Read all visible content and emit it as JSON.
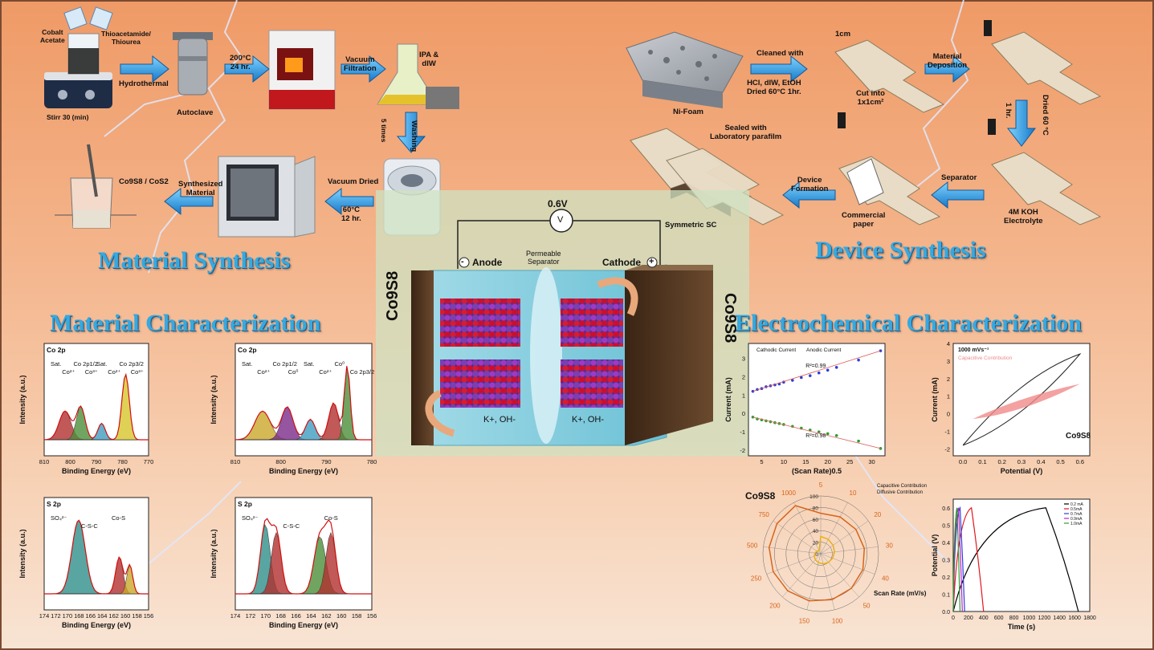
{
  "sections": {
    "material_synthesis": "Material Synthesis",
    "device_synthesis": "Device Synthesis",
    "material_characterization": "Material Characterization",
    "electrochemical_characterization": "Electrochemical Characterization"
  },
  "material_synthesis_flow": {
    "cobalt_acetate": "Cobalt\nAcetate",
    "thioacetamide": "Thioacetamide/\nThiourea",
    "stirr": "Stirr 30 (min)",
    "hydrothermal": "Hydrothermal",
    "autoclave": "Autoclave",
    "temp_time": "200°C\n24 hr.",
    "vacuum_filtration": "Vacuum\nFiltration",
    "ipa_diw": "IPA &\ndIW",
    "washing": "Washing",
    "five_times": "5 times",
    "vacuum_dried": "Vacuum Dried",
    "dry_cond": "60°C\n12 hr.",
    "synthesized_material": "Synthesized\nMaterial",
    "product": "Co9S8 / CoS2"
  },
  "device_synthesis_flow": {
    "ni_foam": "Ni-Foam",
    "cleaned_with": "Cleaned with",
    "cleaning": "HCl, dIW, EtOH\nDried 60°C 1hr.",
    "size": "1cm",
    "cut_into": "Cut into\n1x1cm²",
    "material_deposition": "Material\nDeposition",
    "dried": "Dried 60 °C",
    "one_hr": "1 hr.",
    "separator": "Separator",
    "electrolyte": "4M KOH\nElectrolyte",
    "commercial_paper": "Commercial\npaper",
    "device_formation": "Device\nFormation",
    "sealed": "Sealed with\nLaboratory parafilm",
    "symmetric_sc": "Symmetric SC"
  },
  "device_schematic": {
    "voltage": "0.6V",
    "meter": "V",
    "anode": "Anode",
    "cathode": "Cathode",
    "minus": "-",
    "plus": "+",
    "separator": "Permeable\nSeparator",
    "left_electrolyte": "K+, OH-",
    "right_electrolyte": "K+, OH-",
    "electrode_label": "Co9S8"
  },
  "xps_panels": [
    {
      "title": "Co 2p",
      "xlabel": "Binding Energy (eV)",
      "ylabel": "Intensity (a.u.)",
      "ticks": [
        "810",
        "800",
        "790",
        "780",
        "770"
      ],
      "annotations": [
        "Sat.",
        "Co²⁺",
        "Co 2p1/2",
        "Co³⁺",
        "Sat.",
        "Co²⁺",
        "Co 2p3/2",
        "Co³⁺"
      ]
    },
    {
      "title": "Co 2p",
      "xlabel": "Binding Energy (eV)",
      "ylabel": "Intensity (a.u.)",
      "ticks": [
        "810",
        "800",
        "790",
        "780"
      ],
      "annotations": [
        "Sat.",
        "Co²⁺",
        "Co 2p1/2",
        "Co⁰",
        "Sat.",
        "Co²⁺",
        "Co⁰",
        "Co 2p3/2"
      ]
    },
    {
      "title": "S 2p",
      "xlabel": "Binding Energy (eV)",
      "ylabel": "Intensity (a.u.)",
      "ticks": [
        "174",
        "172",
        "170",
        "168",
        "166",
        "164",
        "162",
        "160",
        "158",
        "156"
      ],
      "annotations": [
        "SO₄²⁻",
        "C-S-C",
        "Co-S"
      ]
    },
    {
      "title": "S 2p",
      "xlabel": "Binding Energy (eV)",
      "ylabel": "Intensity (a.u.)",
      "ticks": [
        "174",
        "172",
        "170",
        "168",
        "166",
        "164",
        "162",
        "160",
        "158",
        "156"
      ],
      "annotations": [
        "SO₄²⁻",
        "C-S-C",
        "Co-S"
      ]
    }
  ],
  "chart_data": [
    {
      "type": "scatter",
      "xlabel": "(Scan Rate)0.5",
      "ylabel": "Current (mA)",
      "xlim": [
        2,
        33
      ],
      "ylim": [
        -2.3,
        3.8
      ],
      "xticks": [
        "5",
        "10",
        "15",
        "20",
        "25",
        "30"
      ],
      "yticks": [
        "-2",
        "-1",
        "0",
        "1",
        "2",
        "3"
      ],
      "series": [
        {
          "name": "Cathodic Current",
          "x": [
            3,
            4,
            5,
            6,
            7,
            8,
            9,
            10,
            12,
            14,
            16,
            18,
            20,
            22,
            27,
            32
          ],
          "y": [
            -0.2,
            -0.3,
            -0.35,
            -0.4,
            -0.45,
            -0.5,
            -0.55,
            -0.6,
            -0.7,
            -0.8,
            -0.9,
            -1.0,
            -1.1,
            -1.2,
            -1.5,
            -1.9
          ]
        },
        {
          "name": "Anodic Current",
          "x": [
            3,
            4,
            5,
            6,
            7,
            8,
            9,
            10,
            12,
            14,
            16,
            18,
            20,
            22,
            27,
            32
          ],
          "y": [
            1.2,
            1.3,
            1.35,
            1.45,
            1.5,
            1.55,
            1.6,
            1.7,
            1.8,
            1.95,
            2.05,
            2.2,
            2.35,
            2.5,
            2.9,
            3.4
          ]
        }
      ],
      "annotations": [
        "R²=0.99",
        "R²=0.98",
        "Co9S8"
      ]
    },
    {
      "type": "line",
      "xlabel": "Potential (V)",
      "ylabel": "Current (mA)",
      "xlim": [
        -0.05,
        0.65
      ],
      "ylim": [
        -2.4,
        4.0
      ],
      "xticks": [
        "0.0",
        "0.1",
        "0.2",
        "0.3",
        "0.4",
        "0.5",
        "0.6"
      ],
      "yticks": [
        "-2",
        "-1",
        "0",
        "1",
        "2",
        "3",
        "4"
      ],
      "legend": [
        "1000 mVs⁻¹",
        "Capacitive Contribution"
      ],
      "label": "Co9S8"
    },
    {
      "type": "bar",
      "polar": true,
      "label": "Co9S8",
      "xlabel": "Scan Rate (mV/s)",
      "categories": [
        "5",
        "10",
        "20",
        "30",
        "40",
        "50",
        "100",
        "150",
        "200",
        "250",
        "500",
        "750",
        "1000"
      ],
      "rings": [
        "0",
        "20",
        "40",
        "60",
        "80",
        "100"
      ],
      "series": [
        {
          "name": "Capacitive Contribution",
          "values": [
            70,
            72,
            74,
            76,
            78,
            80,
            82,
            84,
            86,
            88,
            90,
            92,
            94
          ]
        },
        {
          "name": "Diffusive Contribution",
          "values": [
            30,
            28,
            26,
            24,
            22,
            20,
            18,
            16,
            14,
            12,
            10,
            8,
            6
          ]
        }
      ]
    },
    {
      "type": "line",
      "xlabel": "Time (s)",
      "ylabel": "Potential (V)",
      "xlim": [
        0,
        1800
      ],
      "ylim": [
        0,
        0.65
      ],
      "xticks": [
        "0",
        "200",
        "400",
        "600",
        "800",
        "1000",
        "1200",
        "1400",
        "1600",
        "1800"
      ],
      "yticks": [
        "0.0",
        "0.1",
        "0.2",
        "0.3",
        "0.4",
        "0.5",
        "0.6"
      ],
      "legend": [
        "0.2 mA",
        "0.5mA",
        "0.7mA",
        "0.9mA",
        "1.0mA"
      ],
      "colors": [
        "#000000",
        "#e0161b",
        "#2b3fd8",
        "#c020c8",
        "#2a9e2a"
      ]
    }
  ]
}
